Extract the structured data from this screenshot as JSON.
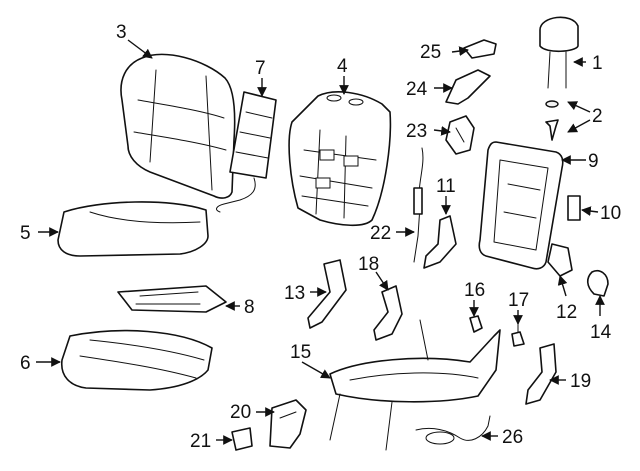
{
  "callouts": [
    {
      "id": "1",
      "label": "1"
    },
    {
      "id": "2",
      "label": "2"
    },
    {
      "id": "3",
      "label": "3"
    },
    {
      "id": "4",
      "label": "4"
    },
    {
      "id": "5",
      "label": "5"
    },
    {
      "id": "6",
      "label": "6"
    },
    {
      "id": "7",
      "label": "7"
    },
    {
      "id": "8",
      "label": "8"
    },
    {
      "id": "9",
      "label": "9"
    },
    {
      "id": "10",
      "label": "10"
    },
    {
      "id": "11",
      "label": "11"
    },
    {
      "id": "12",
      "label": "12"
    },
    {
      "id": "13",
      "label": "13"
    },
    {
      "id": "14",
      "label": "14"
    },
    {
      "id": "15",
      "label": "15"
    },
    {
      "id": "16",
      "label": "16"
    },
    {
      "id": "17",
      "label": "17"
    },
    {
      "id": "18",
      "label": "18"
    },
    {
      "id": "19",
      "label": "19"
    },
    {
      "id": "20",
      "label": "20"
    },
    {
      "id": "21",
      "label": "21"
    },
    {
      "id": "22",
      "label": "22"
    },
    {
      "id": "23",
      "label": "23"
    },
    {
      "id": "24",
      "label": "24"
    },
    {
      "id": "25",
      "label": "25"
    },
    {
      "id": "26",
      "label": "26"
    }
  ],
  "colors": {
    "ink": "#111111",
    "paper": "#ffffff"
  }
}
